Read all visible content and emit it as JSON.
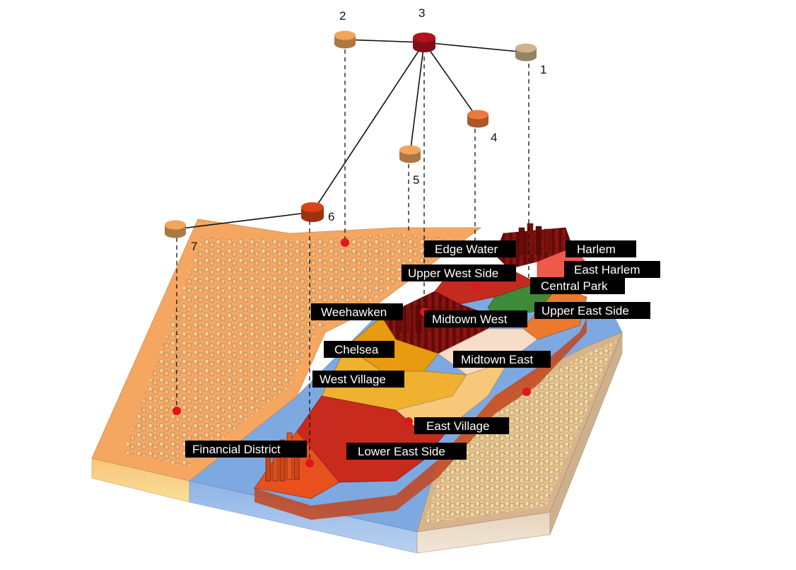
{
  "network": {
    "nodes": [
      {
        "id": "1",
        "label": "1",
        "color": "#cdb48a"
      },
      {
        "id": "2",
        "label": "2",
        "color": "#f0a55c"
      },
      {
        "id": "3",
        "label": "3",
        "color": "#b3121c"
      },
      {
        "id": "4",
        "label": "4",
        "color": "#ec7a3c"
      },
      {
        "id": "5",
        "label": "5",
        "color": "#f0a55c"
      },
      {
        "id": "6",
        "label": "6",
        "color": "#d94415"
      },
      {
        "id": "7",
        "label": "7",
        "color": "#f0a55c"
      }
    ],
    "edges": [
      [
        "3",
        "2"
      ],
      [
        "3",
        "1"
      ],
      [
        "3",
        "4"
      ],
      [
        "3",
        "5"
      ],
      [
        "3",
        "6"
      ],
      [
        "6",
        "7"
      ]
    ],
    "line_color": "#111111"
  },
  "neighborhoods": [
    {
      "id": "edge-water",
      "label": "Edge Water",
      "color": "#f2a465"
    },
    {
      "id": "harlem",
      "label": "Harlem",
      "color": "#6e0f0a"
    },
    {
      "id": "east-harlem",
      "label": "East Harlem",
      "color": "#ee5a4a"
    },
    {
      "id": "upper-west-side",
      "label": "Upper West Side",
      "color": "#c42a1e"
    },
    {
      "id": "central-park",
      "label": "Central Park",
      "color": "#3e8a3a"
    },
    {
      "id": "weehawken",
      "label": "Weehawken",
      "color": "#f2a465"
    },
    {
      "id": "midtown-west",
      "label": "Midtown West",
      "color": "#8a0f12"
    },
    {
      "id": "upper-east-side",
      "label": "Upper East Side",
      "color": "#ec7a2c"
    },
    {
      "id": "chelsea",
      "label": "Chelsea",
      "color": "#e89a10"
    },
    {
      "id": "midtown-east",
      "label": "Midtown East",
      "color": "#f6ddc8"
    },
    {
      "id": "west-village",
      "label": "West Village",
      "color": "#f0b030"
    },
    {
      "id": "east-village",
      "label": "East Village",
      "color": "#f7c77a"
    },
    {
      "id": "financial-district",
      "label": "Financial District",
      "color": "#e8501e"
    },
    {
      "id": "lower-east-side",
      "label": "Lower East Side",
      "color": "#c92a1e"
    }
  ],
  "colors": {
    "river": "#7ea8e0",
    "new_jersey": "#f5a762",
    "brooklyn_queens": "#d8b48e",
    "marker": "#e0161c",
    "label_bg": "#000000",
    "label_text": "#ffffff"
  }
}
